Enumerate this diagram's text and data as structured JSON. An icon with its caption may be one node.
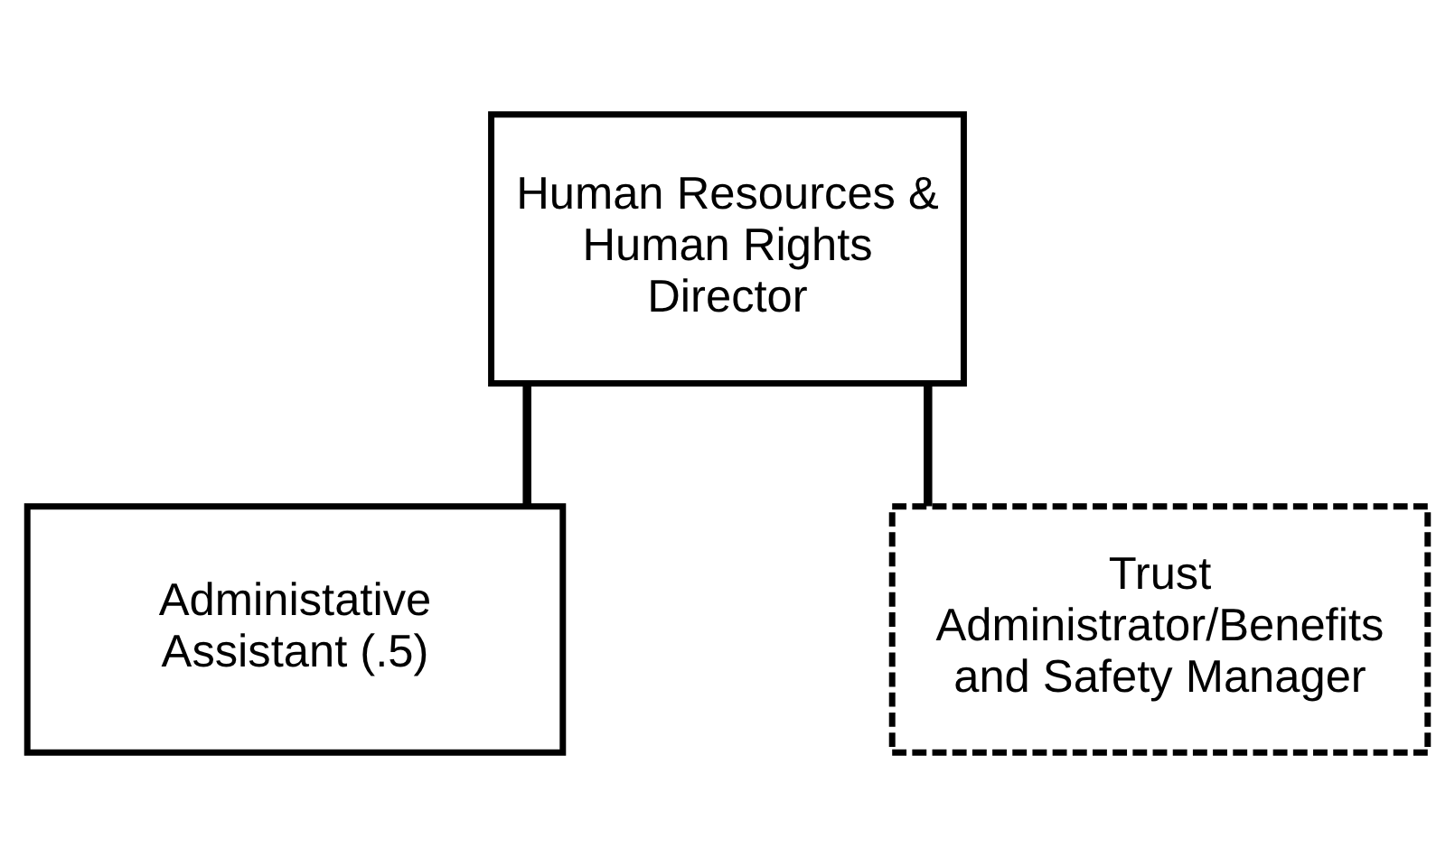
{
  "diagram": {
    "nodes": [
      {
        "text": [
          "Human Resources & Human Rights Director"
        ]
      },
      {
        "text": [
          "Administative Assistant (.5)"
        ]
      },
      {
        "text": [
          "Trust Administrator/Benefits and Safety Manager"
        ]
      }
    ],
    "edges": [
      {
        "from": 0,
        "to": 1,
        "arrow": "none"
      },
      {
        "from": 0,
        "to": 2,
        "arrow": "none"
      }
    ]
  }
}
